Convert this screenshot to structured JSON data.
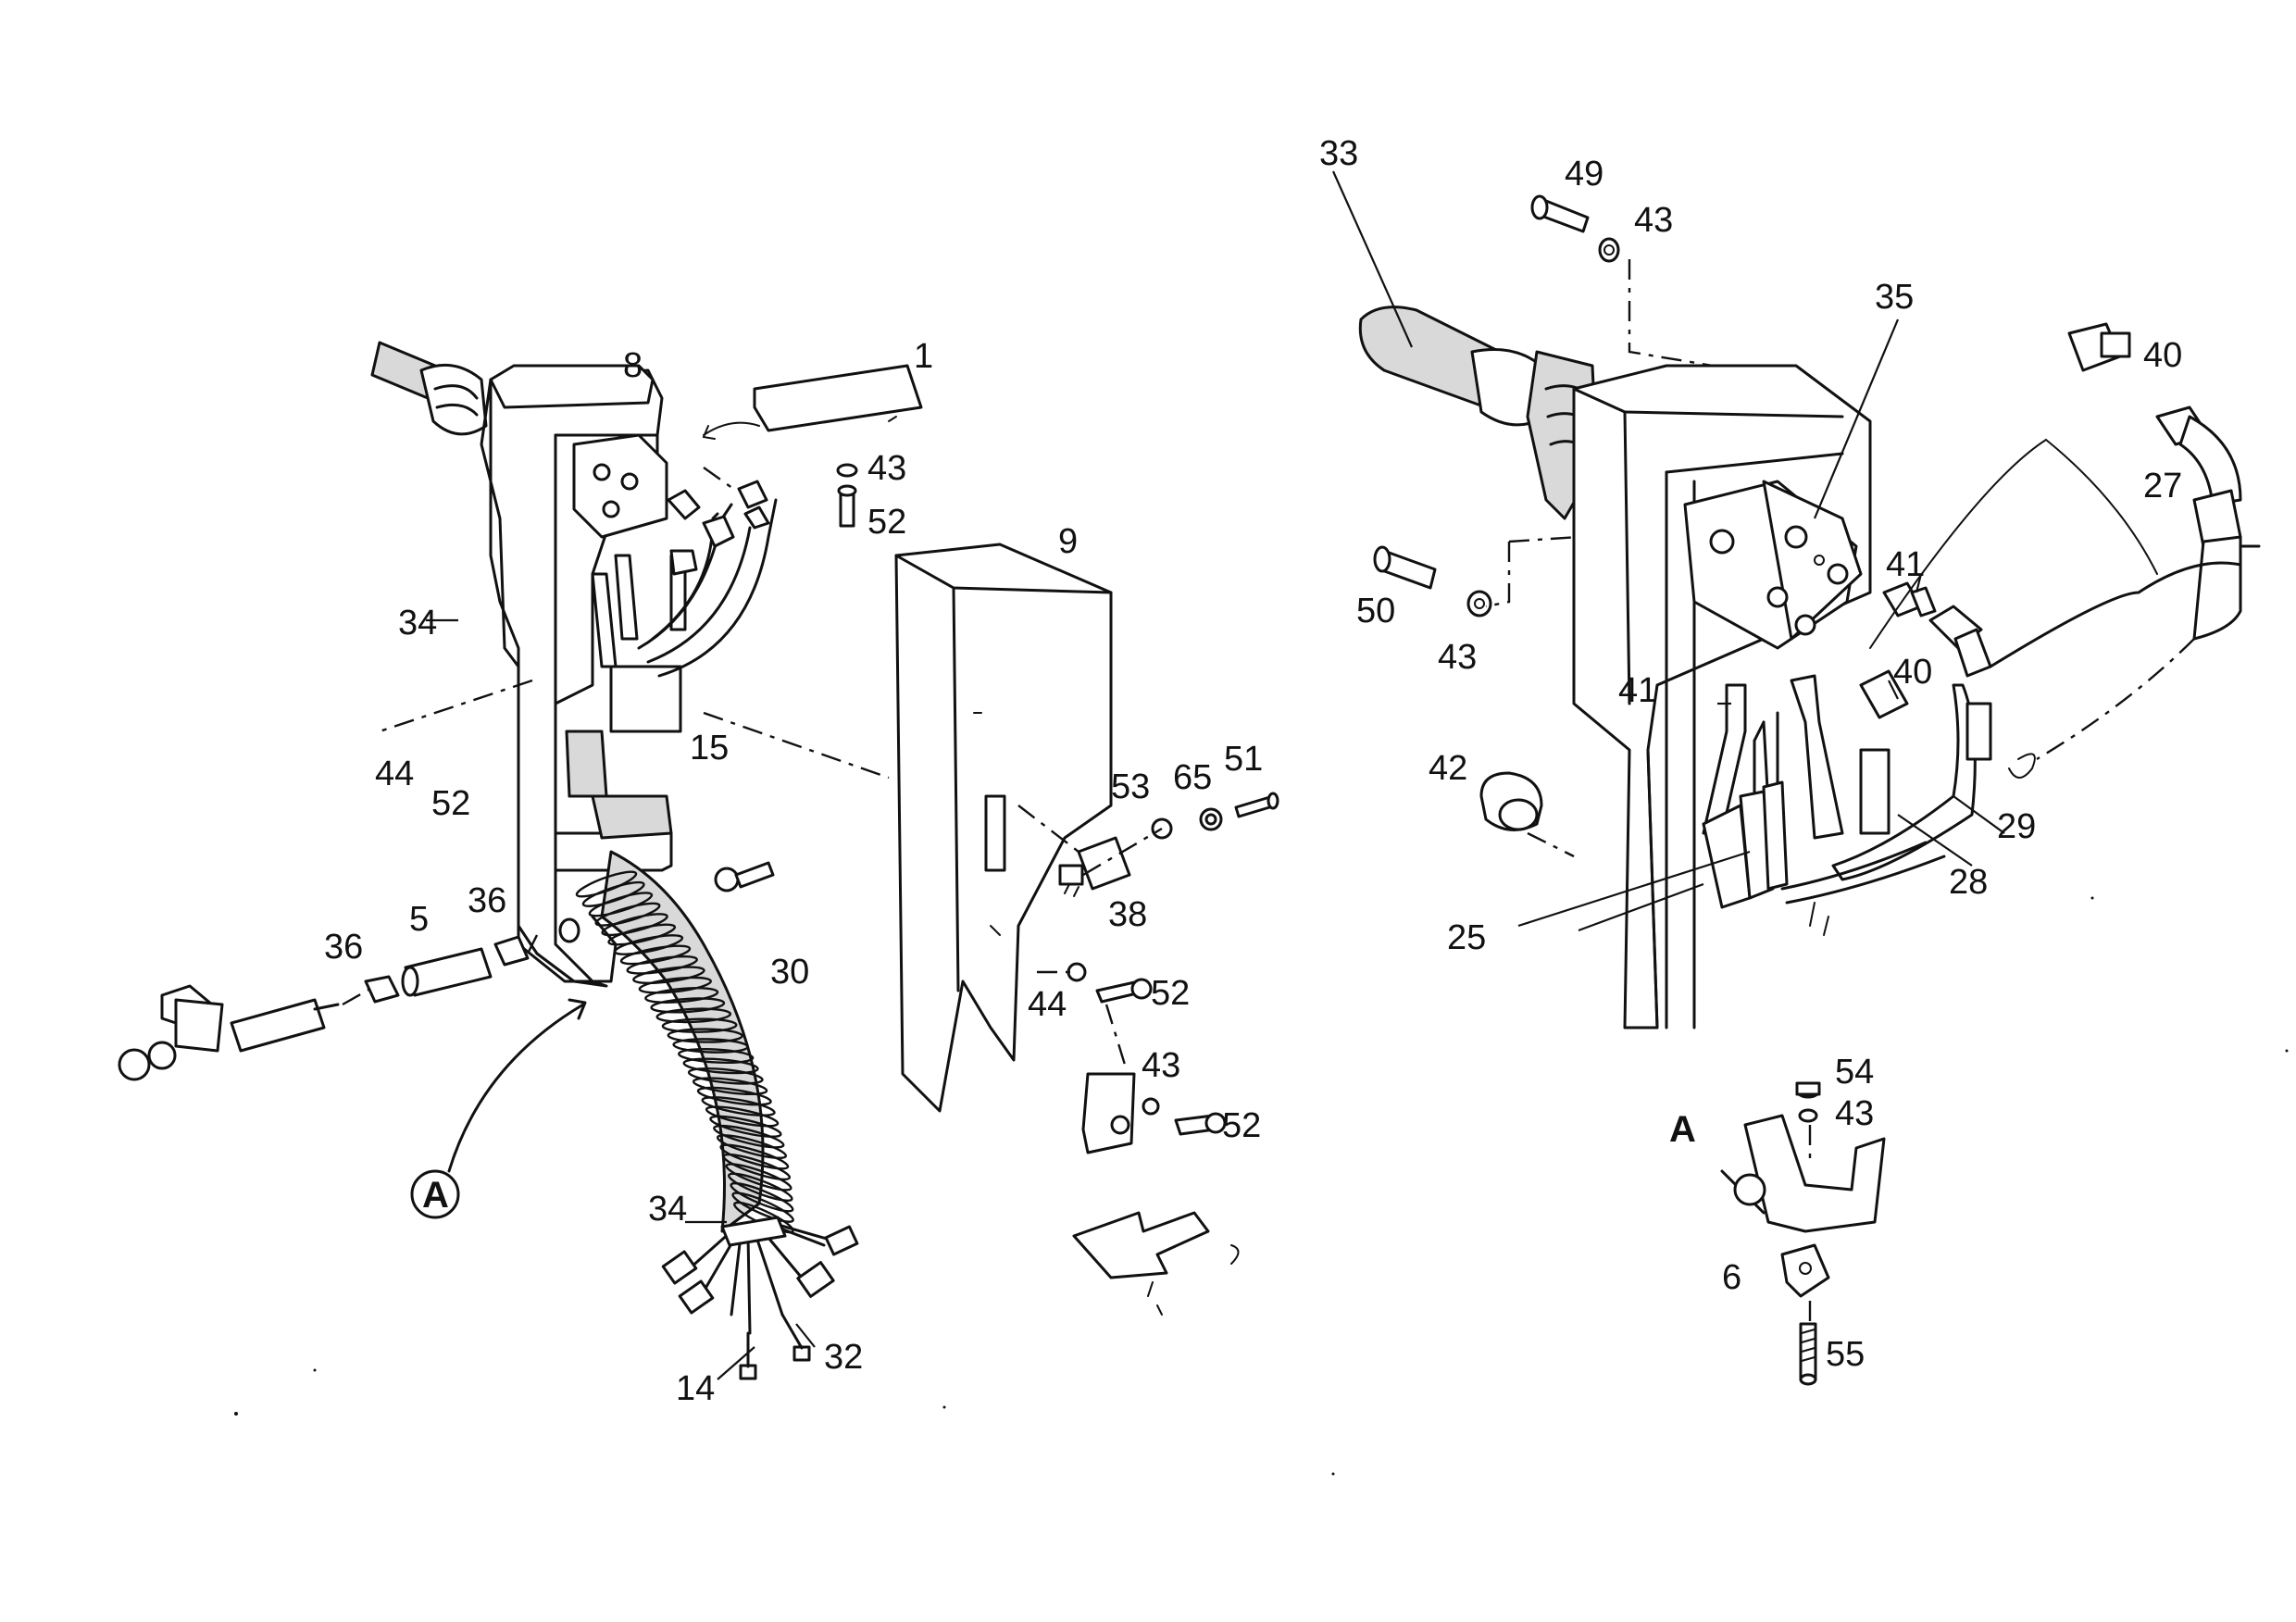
{
  "callouts": {
    "left": {
      "c1": "1",
      "c8": "8",
      "c43": "43",
      "c52a": "52",
      "c9": "9",
      "c34a": "34",
      "c15": "15",
      "c44a": "44",
      "c52b": "52",
      "c53": "53",
      "c65": "65",
      "c51": "51",
      "c38": "38",
      "c36a": "36",
      "c5": "5",
      "c36b": "36",
      "c30": "30",
      "c44b": "44",
      "c52c": "52",
      "c43b": "43",
      "c52d": "52",
      "cA": "A",
      "c34b": "34",
      "c32": "32",
      "c14": "14"
    },
    "right": {
      "c33": "33",
      "c49": "49",
      "c43a": "43",
      "c35": "35",
      "c40a": "40",
      "c27": "27",
      "c41a": "41",
      "c50": "50",
      "c43b": "43",
      "c40b": "40",
      "c41b": "41",
      "c42": "42",
      "c29": "29",
      "c28": "28",
      "c25": "25",
      "c54": "54",
      "c43c": "43",
      "cA": "A",
      "c6": "6",
      "c55": "55"
    }
  },
  "icons": [
    "joystick-console-assembly-icon",
    "detail-a-bracket-icon"
  ]
}
